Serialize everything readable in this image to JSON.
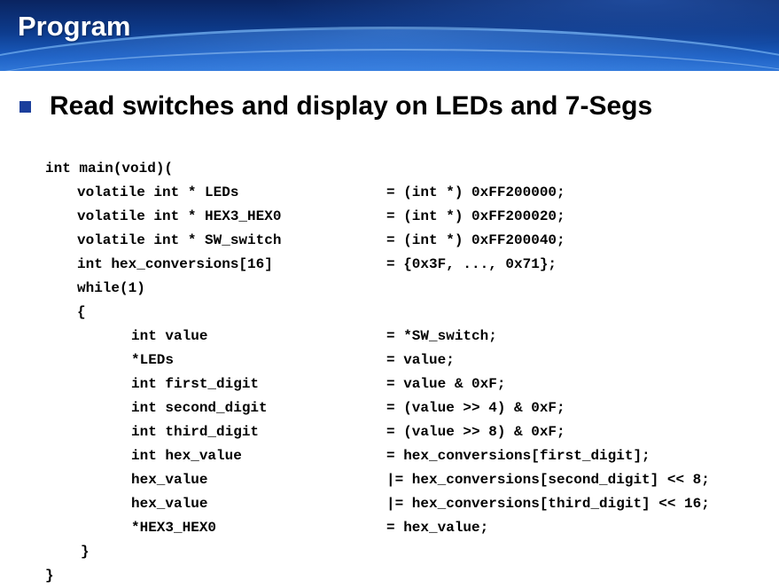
{
  "slide": {
    "title": "Program",
    "bullet": "Read switches and display on LEDs and 7-Segs"
  },
  "colors": {
    "banner_dark": "#0a2460",
    "banner_light": "#2d74d6",
    "bullet_marker": "#1b3f9c",
    "text": "#000000"
  },
  "code": {
    "lines": [
      {
        "left": "int main(void)(",
        "right": ""
      },
      {
        "left": "volatile int * LEDs",
        "right": "= (int *) 0xFF200000;"
      },
      {
        "left": "volatile int * HEX3_HEX0",
        "right": "= (int *) 0xFF200020;"
      },
      {
        "left": "volatile int * SW_switch",
        "right": "= (int *) 0xFF200040;"
      },
      {
        "left": "int hex_conversions[16]",
        "right": "= {0x3F, ..., 0x71};"
      },
      {
        "left": "while(1)",
        "right": ""
      },
      {
        "left": "{",
        "right": ""
      },
      {
        "left": "int value",
        "right": "= *SW_switch;"
      },
      {
        "left": "*LEDs",
        "right": "= value;"
      },
      {
        "left": "int first_digit",
        "right": "= value & 0xF;"
      },
      {
        "left": "int second_digit",
        "right": "= (value >> 4) & 0xF;"
      },
      {
        "left": "int third_digit",
        "right": "= (value >> 8) & 0xF;"
      },
      {
        "left": "int hex_value",
        "right": "= hex_conversions[first_digit];"
      },
      {
        "left": "hex_value",
        "right": "|= hex_conversions[second_digit] << 8;"
      },
      {
        "left": "hex_value",
        "right": "|= hex_conversions[third_digit] << 16;"
      },
      {
        "left": "*HEX3_HEX0",
        "right": "= hex_value;"
      },
      {
        "left": "}",
        "right": ""
      },
      {
        "left": "}",
        "right": ""
      }
    ]
  }
}
